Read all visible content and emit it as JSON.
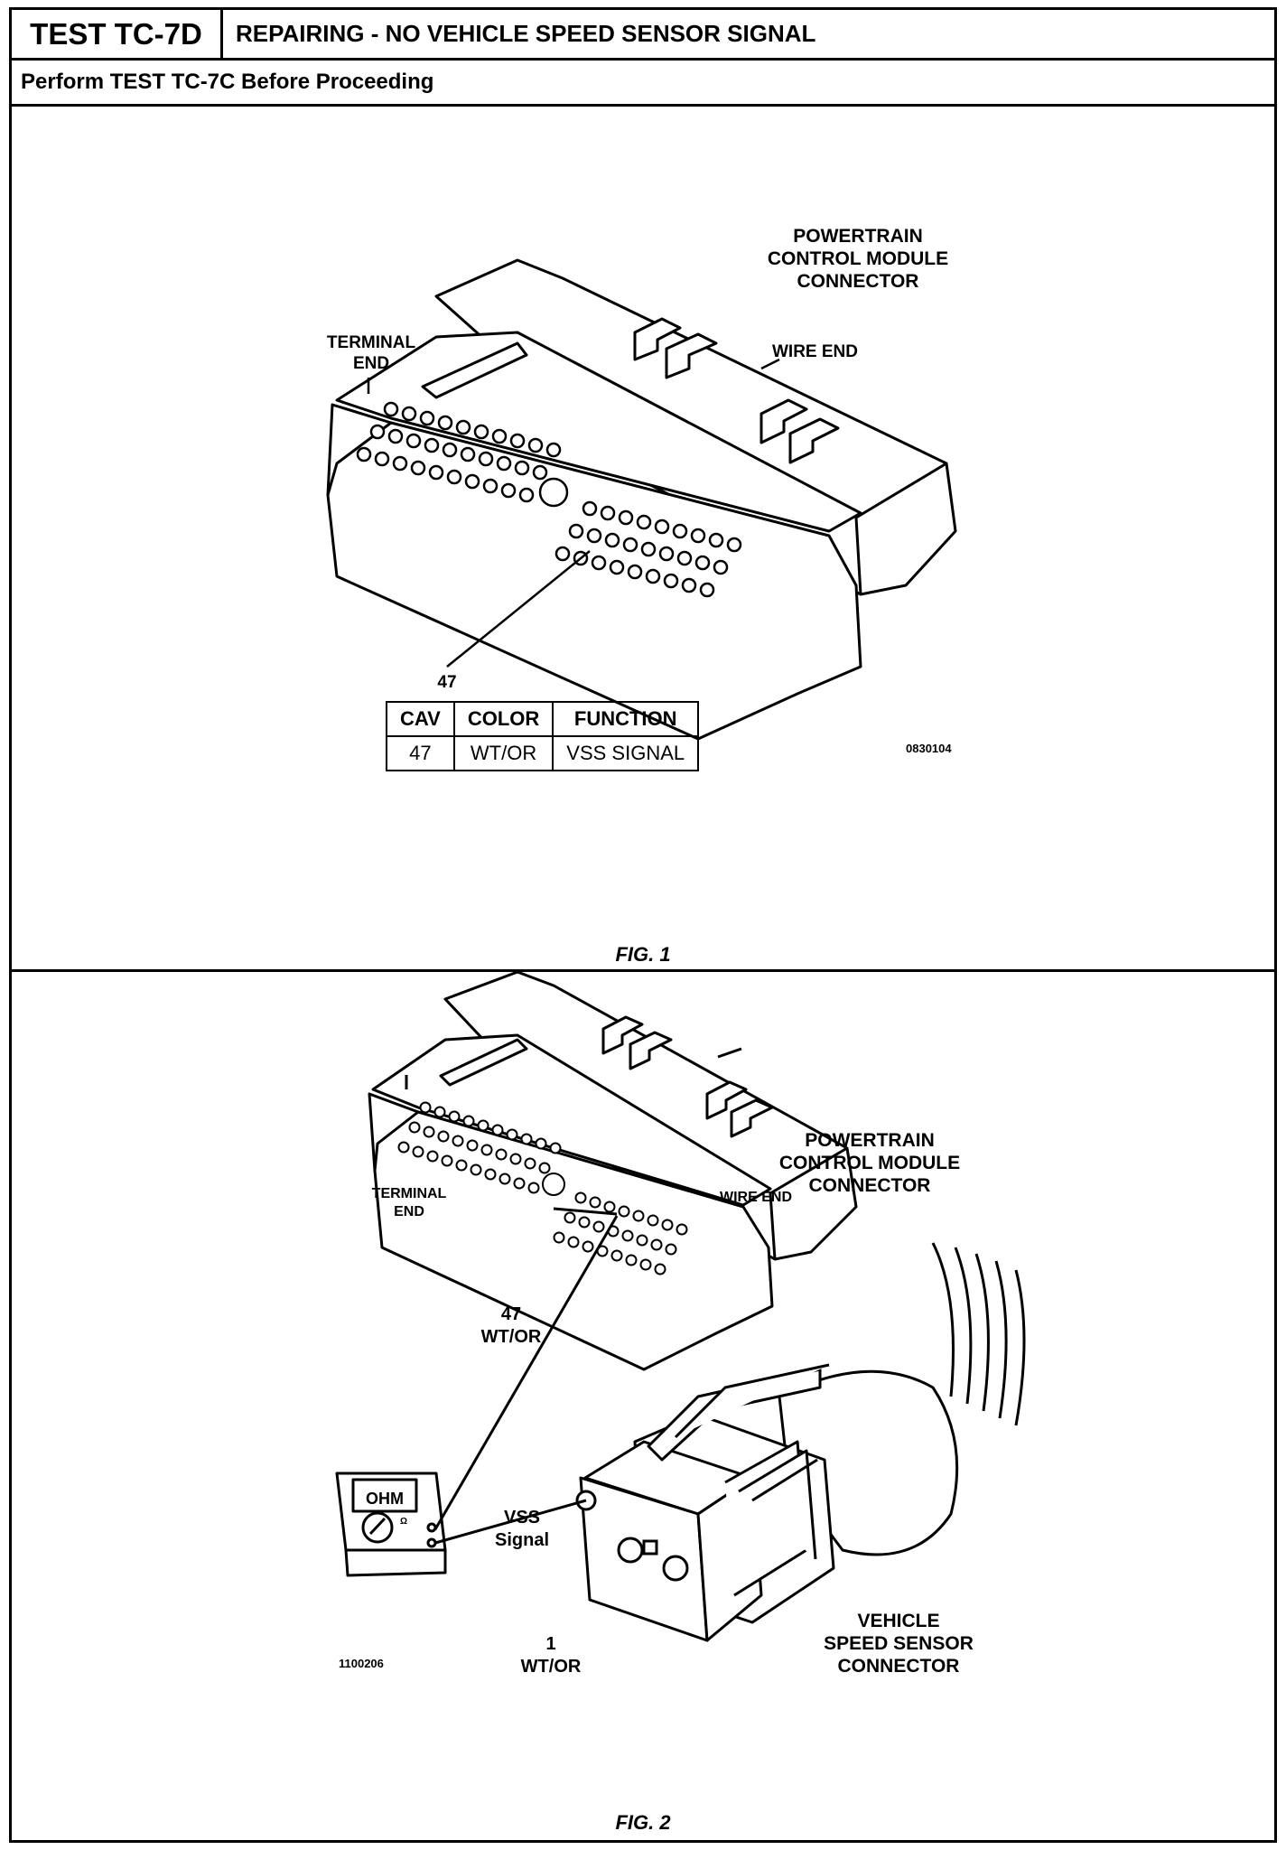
{
  "header": {
    "test_id": "TEST TC-7D",
    "title": "REPAIRING - NO VEHICLE SPEED SENSOR SIGNAL",
    "prerequisite": "Perform TEST TC-7C Before Proceeding"
  },
  "fig1": {
    "connector_label": [
      "POWERTRAIN",
      "CONTROL MODULE",
      "CONNECTOR"
    ],
    "terminal_end_label": [
      "TERMINAL",
      "END"
    ],
    "wire_end_label": "WIRE  END",
    "cavity_callout": "47",
    "table": {
      "headers": [
        "CAV",
        "COLOR",
        "FUNCTION"
      ],
      "rows": [
        [
          "47",
          "WT/OR",
          "VSS SIGNAL"
        ]
      ]
    },
    "image_code": "0830104",
    "caption": "FIG. 1"
  },
  "fig2": {
    "connector_label": [
      "POWERTRAIN",
      "CONTROL MODULE",
      "CONNECTOR"
    ],
    "terminal_end_label": [
      "TERMINAL",
      "END"
    ],
    "wire_end_label": "WIRE  END",
    "pcm_callout": [
      "47",
      "WT/OR"
    ],
    "meter_display": "OHM",
    "meter_dial_label": "Ω",
    "signal_label": [
      "VSS",
      "Signal"
    ],
    "sensor_callout": [
      "1",
      "WT/OR"
    ],
    "sensor_label": [
      "VEHICLE",
      "SPEED SENSOR",
      "CONNECTOR"
    ],
    "image_code": "1100206",
    "caption": "FIG. 2"
  }
}
